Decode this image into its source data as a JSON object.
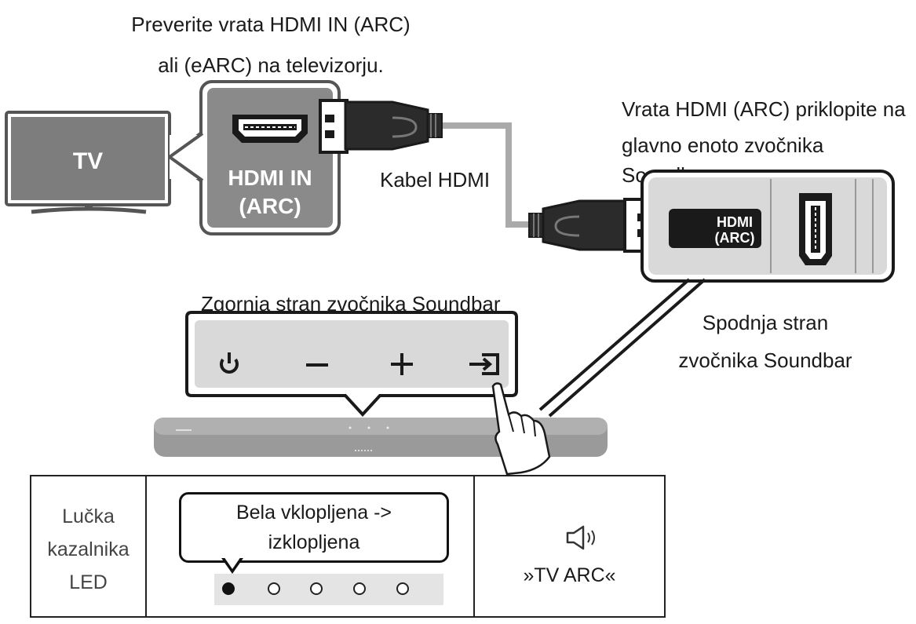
{
  "captions": {
    "tv_port_line1": "Preverite vrata HDMI IN (ARC)",
    "tv_port_line2": "ali (eARC) na televizorju.",
    "soundbar_port_line1": "Vrata HDMI (ARC) priklopite na",
    "soundbar_port_line2": "glavno enoto zvočnika Soundbar.",
    "cable": "Kabel HDMI",
    "top_side": "Zgornja stran zvočnika Soundbar",
    "bottom_side_line1": "Spodnja stran",
    "bottom_side_line2": "zvočnika Soundbar"
  },
  "tv": {
    "label": "TV",
    "port_label_line1": "HDMI IN",
    "port_label_line2": "(ARC)"
  },
  "soundbar_port": {
    "label_line1": "HDMI",
    "label_line2": "(ARC)"
  },
  "buttons": {
    "power": "power-icon",
    "volume_down": "minus-icon",
    "volume_up": "plus-icon",
    "source": "source-input-icon"
  },
  "led_table": {
    "header_line1": "Lučka",
    "header_line2": "kazalnika",
    "header_line3": "LED",
    "callout_line1": "Bela vklopljena ->",
    "callout_line2": "izklopljena",
    "leds": [
      true,
      false,
      false,
      false,
      false
    ],
    "mode_icon": "speaker-sound-icon",
    "mode_label": "»TV ARC«"
  },
  "colors": {
    "panel_gray": "#b7b7b7",
    "panel_light": "#d9d9d9",
    "tv_screen": "#7d7d7d",
    "dark": "#1a1a1a"
  }
}
